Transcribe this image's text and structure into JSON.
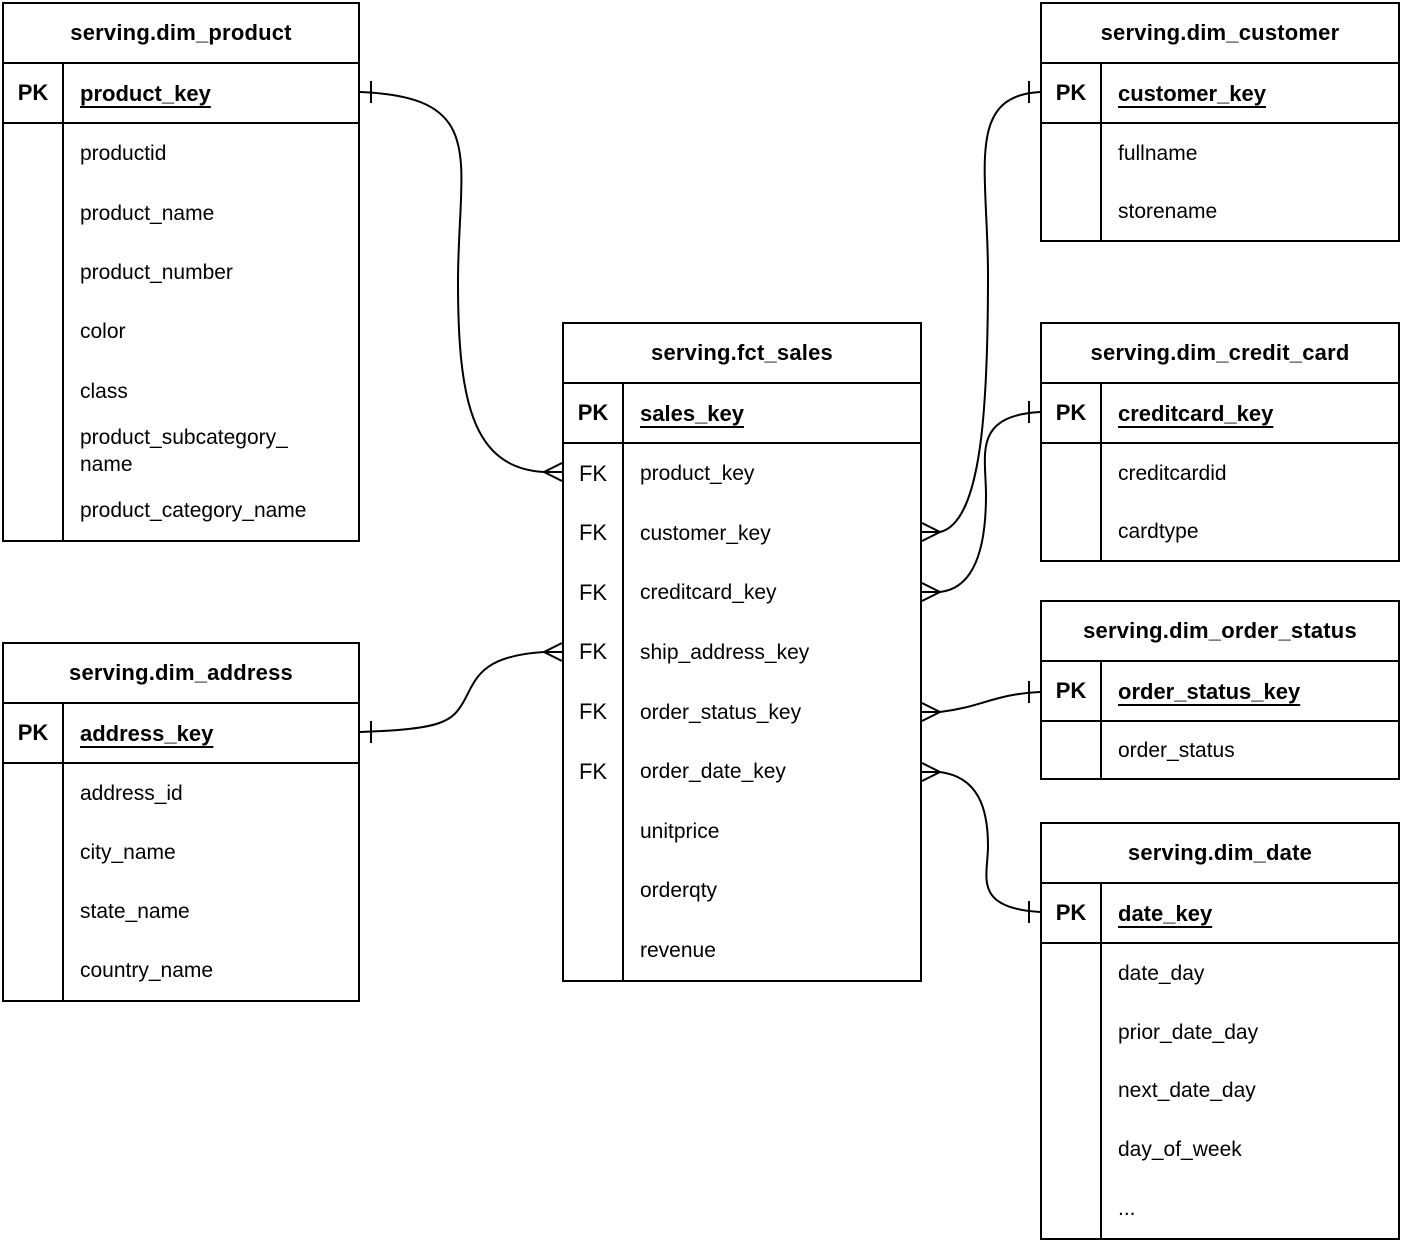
{
  "diagram": {
    "kind": "entity-relationship-diagram",
    "notation": "crows-foot",
    "colors": {
      "background": "#ffffff",
      "line": "#000000",
      "text": "#000000"
    },
    "tables": {
      "dim_product": {
        "title": "serving.dim_product",
        "pk_label": "PK",
        "pk_field": "product_key",
        "fields": [
          "productid",
          "product_name",
          "product_number",
          "color",
          "class",
          "product_subcategory_\nname",
          "product_category_name"
        ]
      },
      "dim_customer": {
        "title": "serving.dim_customer",
        "pk_label": "PK",
        "pk_field": "customer_key",
        "fields": [
          "fullname",
          "storename"
        ]
      },
      "fct_sales": {
        "title": "serving.fct_sales",
        "pk_label": "PK",
        "fk_label": "FK",
        "pk_field": "sales_key",
        "fk_fields": [
          "product_key",
          "customer_key",
          "creditcard_key",
          "ship_address_key",
          "order_status_key",
          "order_date_key"
        ],
        "measure_fields": [
          "unitprice",
          "orderqty",
          "revenue"
        ]
      },
      "dim_credit_card": {
        "title": "serving.dim_credit_card",
        "pk_label": "PK",
        "pk_field": "creditcard_key",
        "fields": [
          "creditcardid",
          "cardtype"
        ]
      },
      "dim_order_status": {
        "title": "serving.dim_order_status",
        "pk_label": "PK",
        "pk_field": "order_status_key",
        "fields": [
          "order_status"
        ]
      },
      "dim_date": {
        "title": "serving.dim_date",
        "pk_label": "PK",
        "pk_field": "date_key",
        "fields": [
          "date_day",
          "prior_date_day",
          "next_date_day",
          "day_of_week",
          "..."
        ]
      },
      "dim_address": {
        "title": "serving.dim_address",
        "pk_label": "PK",
        "pk_field": "address_key",
        "fields": [
          "address_id",
          "city_name",
          "state_name",
          "country_name"
        ]
      }
    },
    "relationships": [
      {
        "many_side": "serving.fct_sales.product_key",
        "one_side": "serving.dim_product.product_key"
      },
      {
        "many_side": "serving.fct_sales.customer_key",
        "one_side": "serving.dim_customer.customer_key"
      },
      {
        "many_side": "serving.fct_sales.creditcard_key",
        "one_side": "serving.dim_credit_card.creditcard_key"
      },
      {
        "many_side": "serving.fct_sales.ship_address_key",
        "one_side": "serving.dim_address.address_key"
      },
      {
        "many_side": "serving.fct_sales.order_status_key",
        "one_side": "serving.dim_order_status.order_status_key"
      },
      {
        "many_side": "serving.fct_sales.order_date_key",
        "one_side": "serving.dim_date.date_key"
      }
    ]
  }
}
